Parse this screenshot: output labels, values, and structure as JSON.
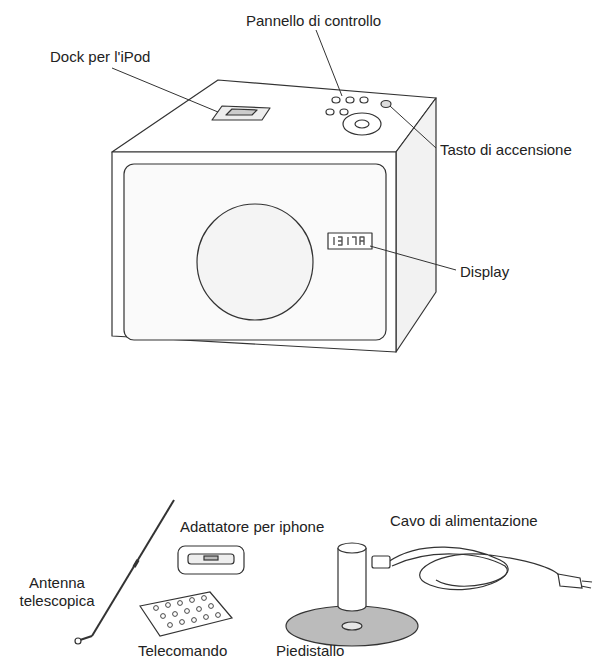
{
  "diagram": {
    "labels": [
      "Dock per l'iPod",
      "Pannello di controllo",
      "Tasto di accensione",
      "Display",
      "Antenna telescopica",
      "Adattatore per iphone",
      "Cavo di alimentazione",
      "Telecomando",
      "Piedistallo"
    ]
  }
}
